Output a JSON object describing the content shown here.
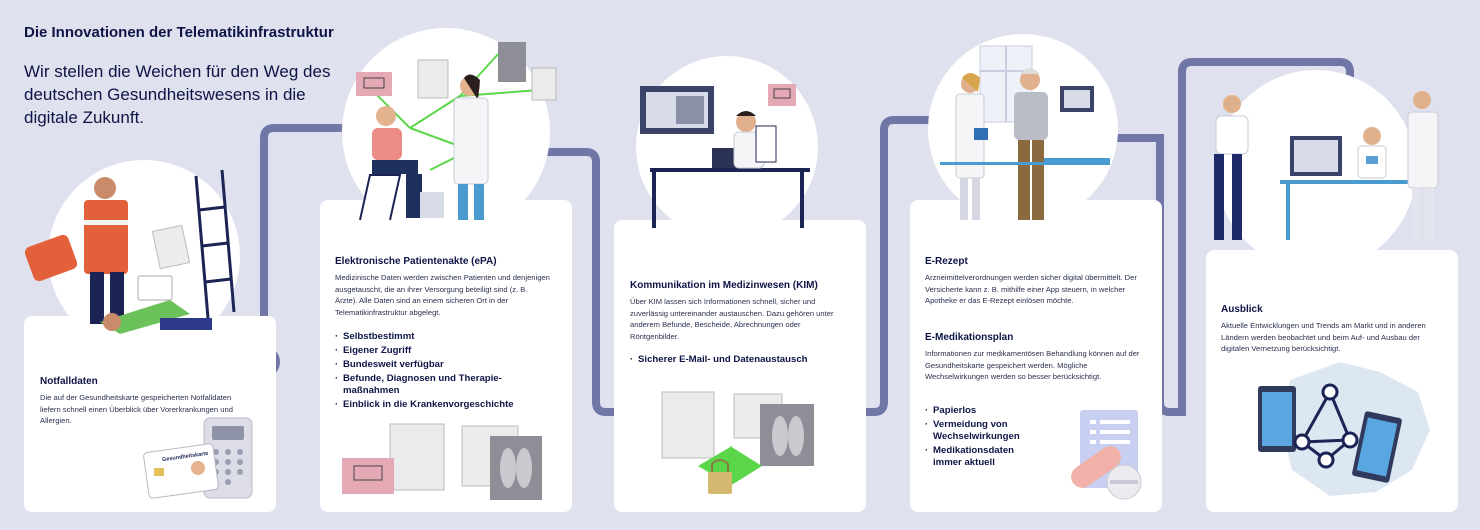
{
  "header": {
    "title": "Die Innovationen der Telematikinfrastruktur",
    "subtitle": "Wir stellen die Weichen für den Weg des deutschen Gesundheitswesens in die digitale Zukunft."
  },
  "colors": {
    "background": "#dfe1ee",
    "connector": "#7076a6",
    "navy": "#0e1546",
    "green": "#5bd64a",
    "pink": "#e5a9b5"
  },
  "sections": {
    "notfalldaten": {
      "heading": "Notfalldaten",
      "text": "Die auf der Gesundheitskarte gespeicherten Notfalldaten liefern schnell einen Überblick über Vorerkrankungen und Allergien.",
      "card_label": "Gesundheitskarte"
    },
    "epa": {
      "heading": "Elektronische Patientenakte (ePA)",
      "text": "Medizinische Daten werden zwischen Patienten und denjenigen ausgetauscht, die an ihrer Versorgung beteiligt sind (z. B. Ärzte). Alle Daten sind an einem sicheren Ort in der Telematikinfrastruktur abgelegt.",
      "bullets": [
        "Selbstbestimmt",
        "Eigener Zugriff",
        "Bundesweit verfügbar",
        "Befunde, Diagnosen und Therapie-maßnahmen",
        "Einblick in die Krankenvorgeschichte"
      ]
    },
    "kim": {
      "heading": "Kommunikation im Medizinwesen (KIM)",
      "text": "Über KIM lassen sich Informationen schnell, sicher und zuverlässig untereinander austauschen. Dazu gehören unter anderem Befunde, Bescheide, Abrechnungen oder Röntgenbilder.",
      "bullets": [
        "Sicherer E-Mail- und Datenaustausch"
      ]
    },
    "erezept": {
      "heading": "E-Rezept",
      "text": "Arzneimittelverordnungen werden sicher digital übermittelt. Der Versicherte kann z. B. mithilfe einer App steuern, in welcher Apotheke er das E-Rezept einlösen möchte.",
      "heading2": "E-Medikationsplan",
      "text2": "Informationen zur medikamentösen Behandlung können auf der Gesundheitskarte gespeichert werden. Mögliche Wechselwirkungen werden so besser berücksichtigt.",
      "bullets": [
        "Papierlos",
        "Vermeidung von Wechselwirkungen",
        "Medikationsdaten immer aktuell"
      ]
    },
    "ausblick": {
      "heading": "Ausblick",
      "text": "Aktuelle Entwicklungen und Trends am Markt und in anderen Ländern werden beobachtet und beim Auf- und Ausbau der digitalen Vernetzung berücksichtigt."
    }
  }
}
